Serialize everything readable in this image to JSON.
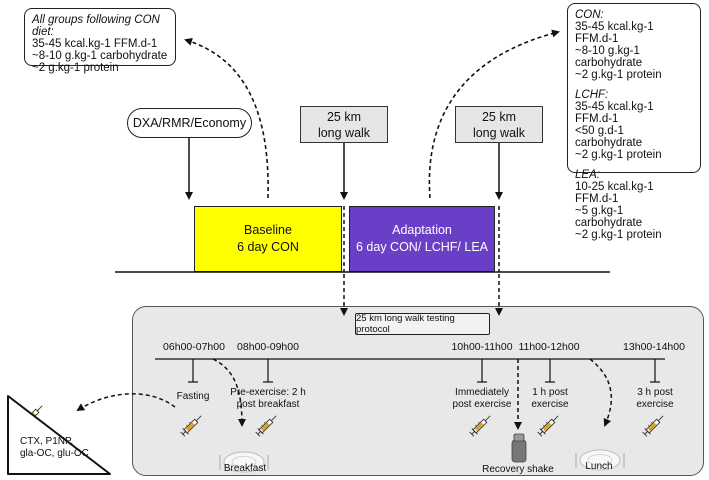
{
  "baseline_diet": {
    "heading": "All groups following CON diet:",
    "lines": [
      "35-45 kcal.kg-1 FFM.d-1",
      "~8-10 g.kg-1 carbohydrate",
      "~2 g.kg-1 protein"
    ]
  },
  "adaptation_diets": {
    "con": {
      "heading": "CON:",
      "lines": [
        "35-45 kcal.kg-1 FFM.d-1",
        "~8-10 g.kg-1 carbohydrate",
        "~2 g.kg-1 protein"
      ]
    },
    "lchf": {
      "heading": "LCHF:",
      "lines": [
        "35-45 kcal.kg-1 FFM.d-1",
        "<50 g.d-1 carbohydrate",
        "~2 g.kg-1 protein"
      ]
    },
    "lea": {
      "heading": "LEA:",
      "lines": [
        "10-25 kcal.kg-1 FFM.d-1",
        "~5 g.kg-1 carbohydrate",
        "~2 g.kg-1 protein"
      ]
    }
  },
  "measurements_label": "DXA/RMR/Economy",
  "walk_label_1": "25 km",
  "walk_label_2": "long walk",
  "baseline_phase": {
    "title": "Baseline",
    "subtitle": "6 day CON",
    "color": "#ffff00"
  },
  "adaptation_phase": {
    "title": "Adaptation",
    "subtitle": "6 day CON/ LCHF/ LEA",
    "color": "#6a3fc8"
  },
  "protocol_title": "25 km long walk testing protocol",
  "timepoints": [
    {
      "time": "06h00-07h00",
      "label_lines": [
        "Fasting"
      ]
    },
    {
      "time": "08h00-09h00",
      "label_lines": [
        "Pre-exercise: 2 h",
        "post breakfast"
      ]
    },
    {
      "time": "10h00-11h00",
      "label_lines": [
        "Immediately",
        "post exercise"
      ]
    },
    {
      "time": "11h00-12h00",
      "label_lines": [
        "1 h post",
        "exercise"
      ]
    },
    {
      "time": "13h00-14h00",
      "label_lines": [
        "3 h post",
        "exercise"
      ]
    }
  ],
  "meals": {
    "breakfast": "Breakfast",
    "recovery": "Recovery shake",
    "lunch": "Lunch"
  },
  "markers": {
    "line1": "CTX, P1NP,",
    "line2": "gla-OC, glu-OC"
  },
  "colors": {
    "baseline": "#ffff00",
    "adaptation": "#6a3fc8",
    "panel": "#e8e8e8",
    "syringe": "#e0a020"
  }
}
